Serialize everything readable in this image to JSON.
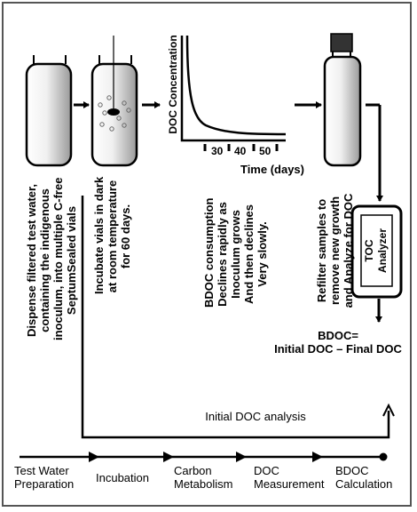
{
  "steps": {
    "dispense": [
      "Dispense filtered test water,",
      "containing the indigenous",
      "inoculum, into multiple C-free",
      "SeptumSealed vials"
    ],
    "incubate": [
      "Incubate vials in dark",
      "at room temperature",
      "for 60 days."
    ],
    "consumption": [
      "BDOC consumption",
      "Declines rapidly as",
      "Inoculum grows",
      "And then declines",
      "Very slowly."
    ],
    "refilter": [
      "Refilter samples to",
      "remove new growth",
      "and Analyze for DOC"
    ]
  },
  "analyzer": {
    "line1": "TOC",
    "line2": "Analyzer"
  },
  "bdoc_formula": {
    "line1": "BDOC=",
    "line2": "Initial DOC – Final DOC"
  },
  "initial_analysis": "Initial DOC analysis",
  "decay_plot": {
    "ylabel": "DOC Concentration",
    "xlabel": "Time (days)",
    "ticks": [
      "30",
      "40",
      "50"
    ]
  },
  "timeline": [
    {
      "line1": "Test Water",
      "line2": "Preparation"
    },
    {
      "line1": "Incubation",
      "line2": ""
    },
    {
      "line1": "Carbon",
      "line2": "Metabolism"
    },
    {
      "line1": "DOC",
      "line2": "Measurement"
    },
    {
      "line1": "BDOC",
      "line2": "Calculation"
    }
  ],
  "colors": {
    "line": "#000000",
    "vial_fill": "#c8c8c8",
    "cap_fill": "#333333"
  }
}
